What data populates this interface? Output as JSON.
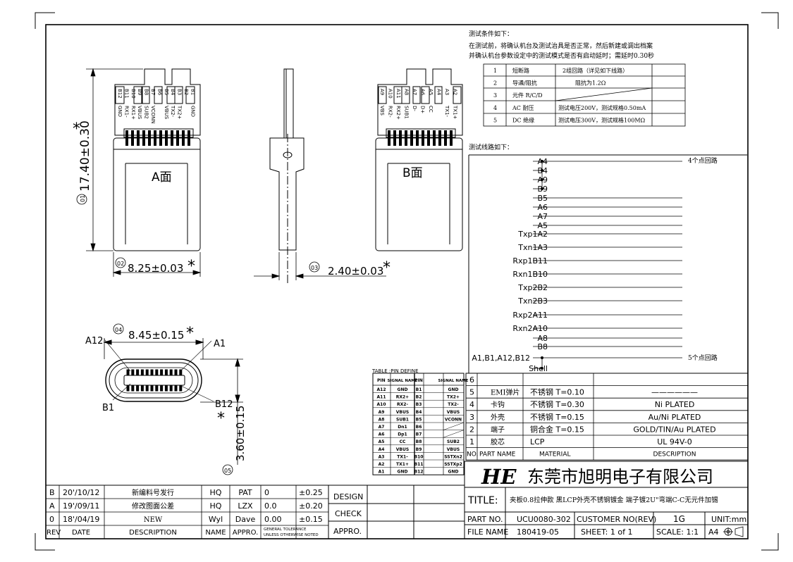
{
  "views": {
    "a_face_label": "A面",
    "b_face_label": "B面",
    "a_face_pins_top": [
      "B12",
      "B11",
      "B10",
      "B9",
      "B8",
      "B7",
      "B6",
      "B5",
      "B4",
      "B3",
      "B2",
      "B1"
    ],
    "a_face_signals": [
      "GND",
      "RX1-",
      "RX1+",
      "VBUS",
      "SUB2",
      "VCONN",
      "",
      "VBUS",
      "TX2-",
      "TX2+",
      "",
      "GND"
    ],
    "b_face_pins_top": [
      "A9",
      "A10",
      "A11",
      "A8",
      "A7",
      "A6",
      "A5",
      "A4",
      "A3",
      "A2"
    ],
    "b_face_signals": [
      "VBS",
      "RX2-",
      "RX2+",
      "SUB1",
      "D-",
      "D+",
      "CC",
      "",
      "TX1-",
      "TX1+"
    ]
  },
  "dimensions": {
    "d1": "17.40±0.30",
    "d2": "8.25±0.03",
    "d3": "2.40±0.03",
    "d4": "8.45±0.15",
    "d5": "3.60±0.15",
    "n1": "01",
    "n2": "02",
    "n3": "03",
    "n4": "04",
    "n5": "05",
    "star": "*",
    "a12": "A12",
    "a1": "A1",
    "b1": "B1",
    "b12": "B12"
  },
  "test": {
    "heading": "测试条件如下：",
    "line1": "在测试前，将确认机台及测试治具是否正常，然后新建或调出档案",
    "line2": "并确认机台参数设定中的测试模式是否有启动延时；需延时0.30秒",
    "rows": [
      {
        "no": "1",
        "item": "短断路",
        "spec": "2组回路（详见如下线路）"
      },
      {
        "no": "2",
        "item": "导通/阻抗",
        "spec": "阻抗为1.2Ω"
      },
      {
        "no": "3",
        "item": "元件 R/C/D",
        "spec": ""
      },
      {
        "no": "4",
        "item": "AC 耐压",
        "spec": "测试电压200V，测试规格0.50mA"
      },
      {
        "no": "5",
        "item": "DC 绝缘",
        "spec": "测试电压300V，测试规格100MΩ"
      }
    ],
    "circuit_heading": "测试线路如下：",
    "circuit_labels": [
      "A4",
      "B4",
      "A9",
      "B9",
      "B5",
      "A6",
      "A7",
      "A5",
      "Txp1A2",
      "Txn1A3",
      "Rxp1B11",
      "Rxn1B10",
      "Txp2B2",
      "Txn2B3",
      "Rxp2A11",
      "Rxn2A10",
      "A8",
      "B8",
      "A1,B1,A12,B12",
      "Shell"
    ],
    "loop4": "4个点回路",
    "loop5": "5个点回路"
  },
  "pin_table": {
    "title": "TABLE :PIN DEFINE",
    "headers": [
      "PIN",
      "SIGNAL NAME",
      "PIN",
      "SIGNAL NAME"
    ],
    "rows": [
      [
        "A12",
        "GND",
        "B1",
        "GND"
      ],
      [
        "A11",
        "RX2+",
        "B2",
        "TX2+"
      ],
      [
        "A10",
        "RX2-",
        "B3",
        "TX2-"
      ],
      [
        "A9",
        "VBUS",
        "B4",
        "VBUS"
      ],
      [
        "A8",
        "SUB1",
        "B5",
        "VCONN"
      ],
      [
        "A7",
        "Dn1",
        "B6",
        ""
      ],
      [
        "A6",
        "Dp1",
        "B7",
        ""
      ],
      [
        "A5",
        "CC",
        "B8",
        "SUB2"
      ],
      [
        "A4",
        "VBUS",
        "B9",
        "VBUS"
      ],
      [
        "A3",
        "TX1-",
        "B10",
        "SSTXn2"
      ],
      [
        "A2",
        "TX1+",
        "B11",
        "SSTXp2"
      ],
      [
        "A1",
        "GND",
        "B12",
        "GND"
      ]
    ]
  },
  "bom": {
    "rows": [
      {
        "no": "6",
        "part": "",
        "material": "",
        "desc": ""
      },
      {
        "no": "5",
        "part": "EMI弹片",
        "material": "不锈钢 T=0.10",
        "desc": "——————"
      },
      {
        "no": "4",
        "part": "卡钩",
        "material": "不锈钢 T=0.30",
        "desc": "Ni PLATED"
      },
      {
        "no": "3",
        "part": "外壳",
        "material": "不锈钢 T=0.15",
        "desc": "Au/Ni PLATED"
      },
      {
        "no": "2",
        "part": "端子",
        "material": "铜合金 T=0.15",
        "desc": "GOLD/TIN/Au PLATED"
      },
      {
        "no": "1",
        "part": "胶芯",
        "material": "LCP",
        "desc": "UL 94V-0"
      }
    ],
    "header_no": "NO.",
    "header_part": "PART NAME",
    "header_material": "MATERIAL",
    "header_desc": "DESCRIPTION"
  },
  "title_block": {
    "logo": "HE",
    "company": "东莞市旭明电子有限公司",
    "title_label": "TITLE:",
    "title": "夹板0.8拉伸款 黑LCP外壳不锈钢镀金 端子镀2U\"弯端C-C无元件加锡",
    "part_no_label": "PART NO.",
    "part_no": "UCU0080-302",
    "customer_label": "CUSTOMER NO(REV)",
    "rev": "1G",
    "unit": "UNIT:mm",
    "file_label": "FILE NAME",
    "file": "180419-05",
    "sheet": "SHEET: 1 of 1",
    "scale": "SCALE: 1:1",
    "paper": "A4"
  },
  "revisions": {
    "rows": [
      {
        "rev": "B",
        "date": "20'/10/12",
        "desc": "新编料号发行",
        "name": "HQ",
        "appr": "PAT",
        "val": "0",
        "tol": "±0.25"
      },
      {
        "rev": "A",
        "date": "19'/09/11",
        "desc": "修改图面公差",
        "name": "HQ",
        "appr": "LZX",
        "val": "0.0",
        "tol": "±0.20"
      },
      {
        "rev": "0",
        "date": "18'/04/19",
        "desc": "NEW",
        "name": "Wyl",
        "appr": "Dave",
        "val": "0.00",
        "tol": "±0.15"
      }
    ],
    "header": {
      "rev": "REV",
      "date": "DATE",
      "desc": "DESCRIPTION",
      "name": "NAME",
      "appr": "APPRO.",
      "tol1": "GENERAL TOLERANCE",
      "tol2": "UNLESS OTHERWISE NOTED"
    },
    "design": "DESIGN",
    "check": "CHECK",
    "approve": "APPRO."
  }
}
